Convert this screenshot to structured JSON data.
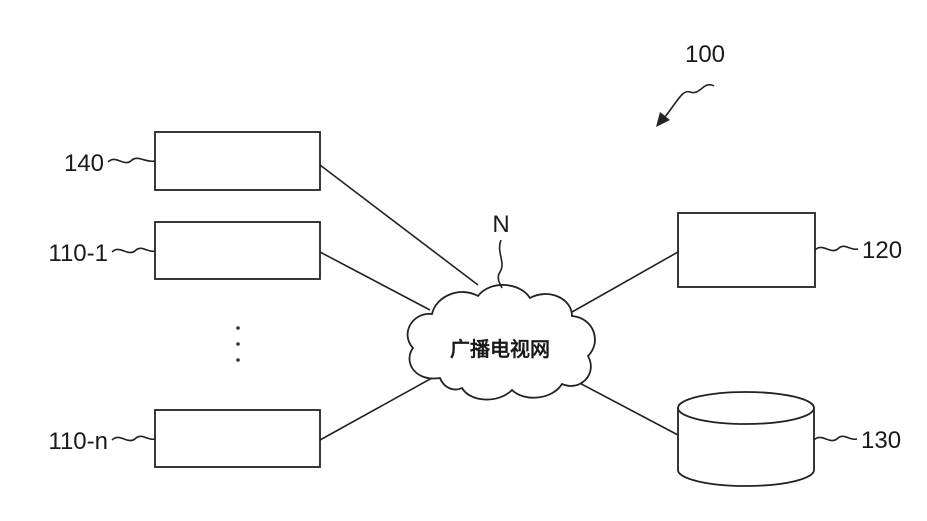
{
  "figure": {
    "ref_label": "100",
    "network_ref": "N",
    "network_label": "广播电视网",
    "nodes": {
      "node_140": "140",
      "node_110_1": "110-1",
      "node_110_n": "110-n",
      "node_120": "120",
      "node_130": "130"
    }
  }
}
